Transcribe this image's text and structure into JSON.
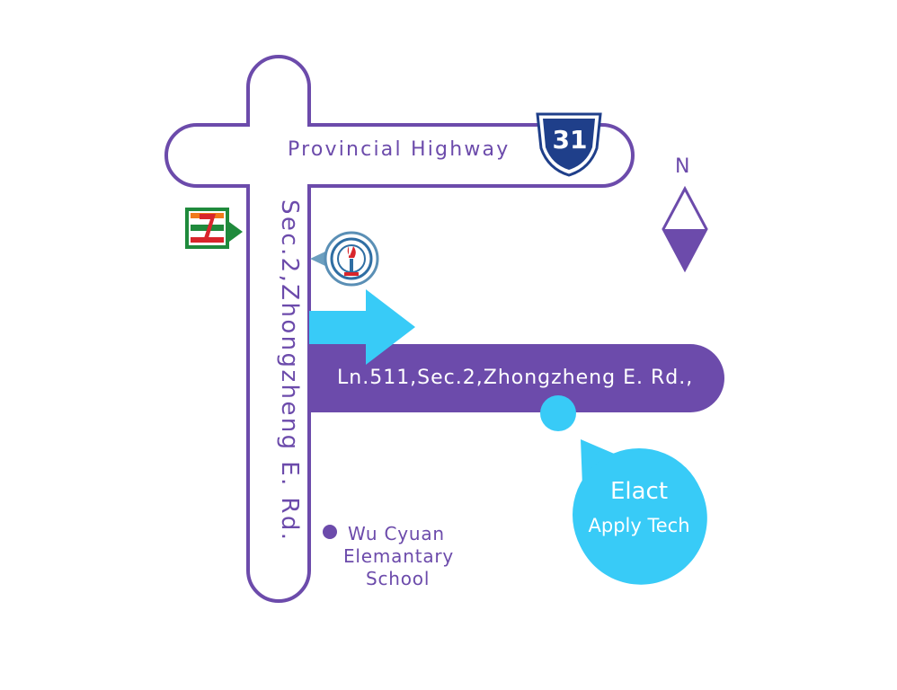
{
  "roads": {
    "highway_name": "Provincial Highway",
    "highway_shield_number": "31",
    "vertical_road_name": "Sec.2,Zhongzheng E. Rd.",
    "lane_name": "Ln.511,Sec.2,Zhongzheng E. Rd.,"
  },
  "compass": {
    "north_label": "N"
  },
  "destination": {
    "line1": "Elact",
    "line2": "Apply Tech"
  },
  "school": {
    "line1": "Wu Cyuan",
    "line2": "Elemantary",
    "line3": "School"
  },
  "colors": {
    "purple": "#6c4bab",
    "cyan": "#38cbf7",
    "shield_blue": "#1f3f8a",
    "seven_eleven_green": "#1f8a3c",
    "seven_eleven_orange": "#f07a1b",
    "seven_eleven_red": "#d8252b"
  }
}
